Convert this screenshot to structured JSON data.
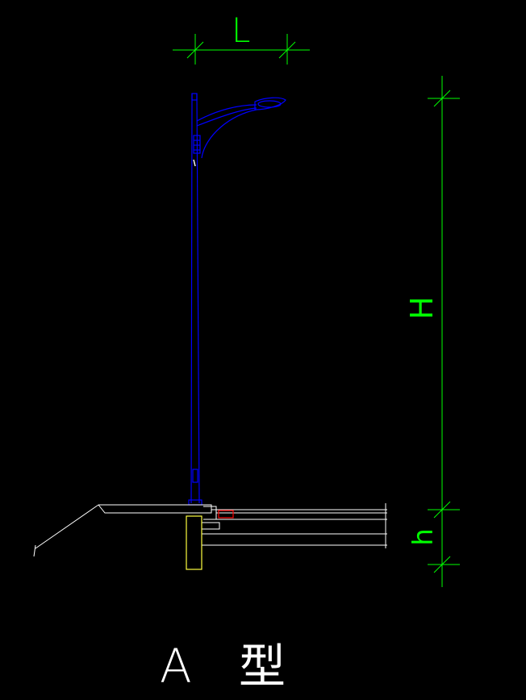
{
  "drawing": {
    "labels": {
      "width_dim": "L",
      "height_dim": "H",
      "base_dim": "h",
      "caption": "A 型"
    },
    "colors": {
      "background": "#000000",
      "dimension": "#00ff00",
      "pole": "#0000ff",
      "ground": "#ffffff",
      "foundation": "#ffff00",
      "cable_box": "#ff0000"
    },
    "components": {
      "dimension_lines": "dimension",
      "street_lamp": "pole",
      "road_section": "ground",
      "foundation": "foundation",
      "junction_box": "cable_box"
    }
  }
}
